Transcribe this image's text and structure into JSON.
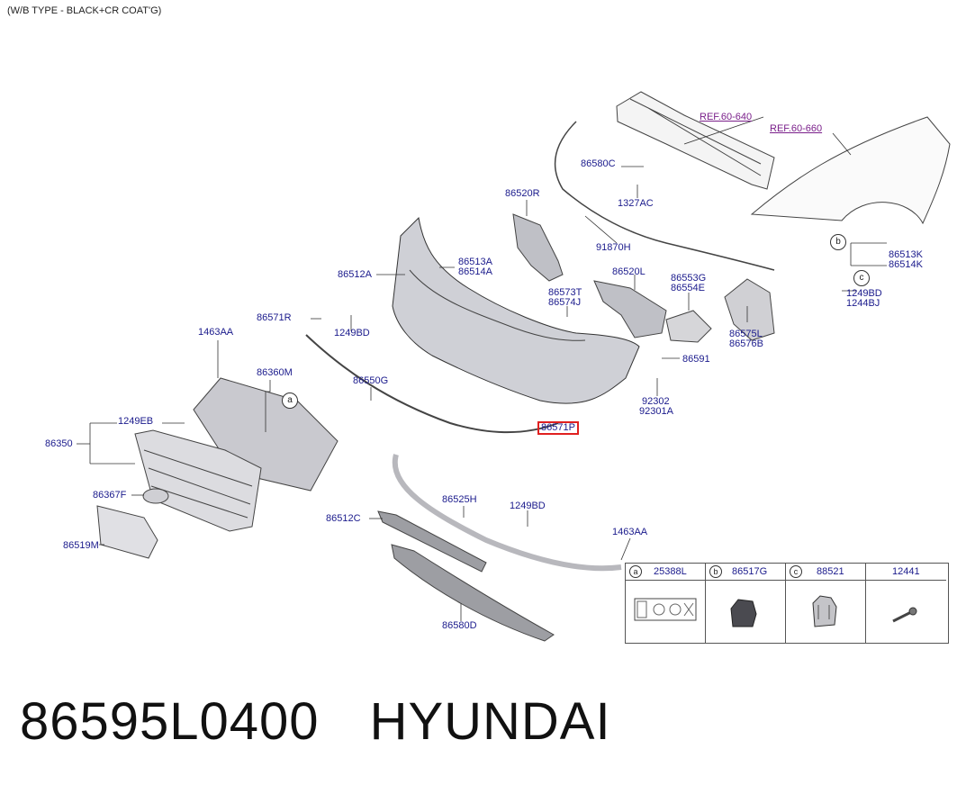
{
  "header": {
    "title": "(W/B TYPE - BLACK+CR COAT'G)"
  },
  "labels": {
    "ref_640": "REF.60-640",
    "ref_660": "REF.60-660",
    "p86580C": "86580C",
    "p1327AC": "1327AC",
    "p86520R": "86520R",
    "p91870H": "91870H",
    "p86513K": "86513K",
    "p86514K": "86514K",
    "p86513A": "86513A",
    "p86514A": "86514A",
    "p86512A": "86512A",
    "p86520L": "86520L",
    "p86553G": "86553G",
    "p86554E": "86554E",
    "p86573T": "86573T",
    "p86574J": "86574J",
    "p1249BD_r": "1249BD",
    "p1244BJ": "1244BJ",
    "p86571R": "86571R",
    "p1249BD_a": "1249BD",
    "p86575L": "86575L",
    "p86576B": "86576B",
    "p1463AA_a": "1463AA",
    "p86591": "86591",
    "p86360M": "86360M",
    "p86550G": "86550G",
    "p92302": "92302",
    "p92301A": "92301A",
    "p1249EB": "1249EB",
    "p86571P": "86571P",
    "p86350": "86350",
    "p86367F": "86367F",
    "p86525H": "86525H",
    "p1249BD_b": "1249BD",
    "p86512C": "86512C",
    "p1463AA_b": "1463AA",
    "p86519M": "86519M",
    "p86580D": "86580D"
  },
  "callouts": {
    "a": "a",
    "b": "b",
    "c": "c"
  },
  "legend": [
    {
      "tag": "a",
      "code": "25388L"
    },
    {
      "tag": "b",
      "code": "86517G"
    },
    {
      "tag": "c",
      "code": "88521"
    },
    {
      "tag": "",
      "code": "12441"
    }
  ],
  "footer": {
    "part_number": "86595L0400",
    "brand": "HYUNDAI"
  },
  "colors": {
    "label": "#1a1a8c",
    "ref": "#7a1f8a",
    "highlight": "#e02020",
    "part_fill": "#cfcfd4",
    "line": "#333333"
  }
}
